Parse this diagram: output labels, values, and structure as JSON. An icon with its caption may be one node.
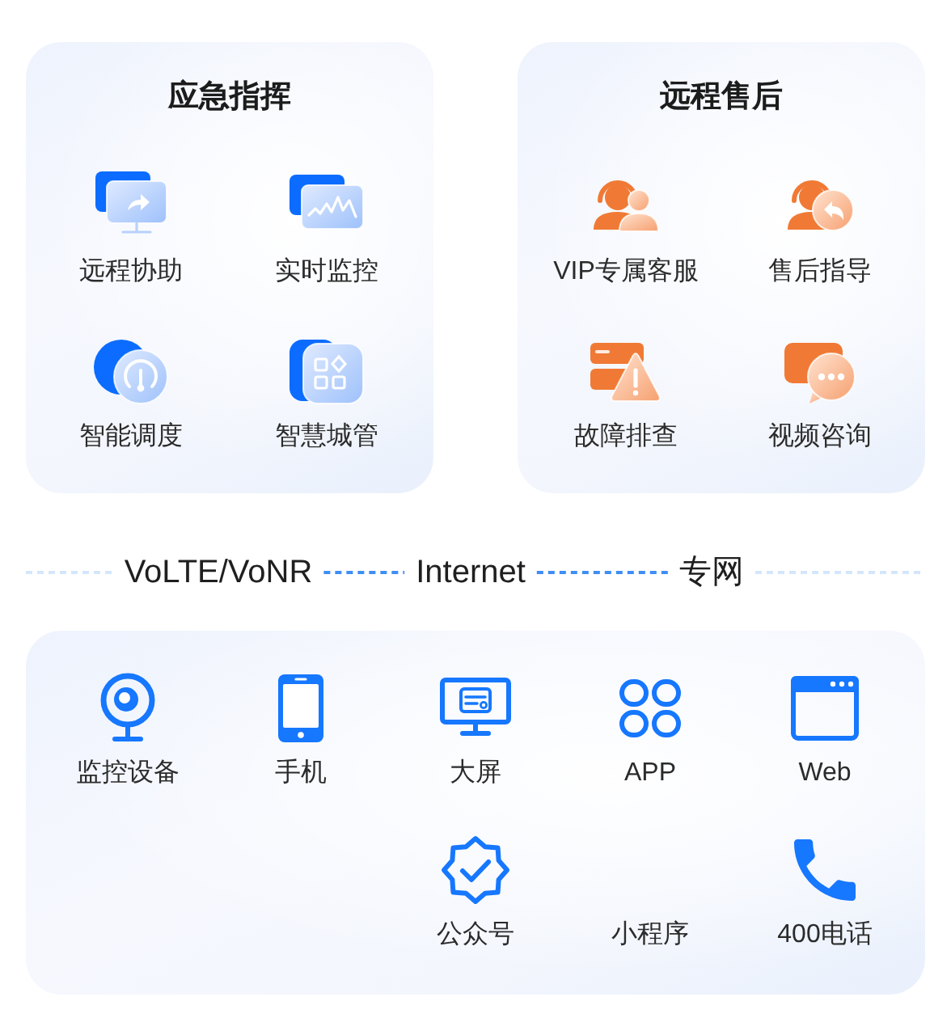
{
  "diagram": {
    "nodes": [
      {
        "text": [
          "应急指挥",
          "远程协助",
          "实时监控",
          "智能调度",
          "智慧城管"
        ]
      },
      {
        "text": [
          "远程售后",
          "VIP专属客服",
          "售后指导",
          "故障排查",
          "视频咨询"
        ]
      },
      {
        "text": [
          "监控设备",
          "手机",
          "大屏",
          "APP",
          "Web",
          "公众号",
          "小程序",
          "400电话"
        ]
      }
    ],
    "labels": [
      "VoLTE/VoNR",
      "Internet",
      "专网"
    ]
  }
}
